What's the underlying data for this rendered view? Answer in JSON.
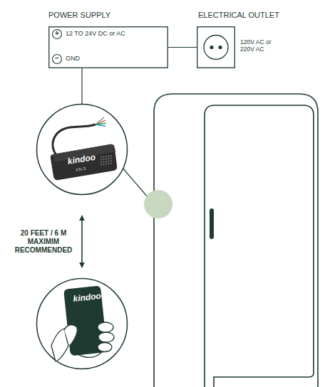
{
  "diagram": {
    "nodes": [
      {
        "text": [
          "POWER SUPPLY",
          "12 TO 24V DC or AC",
          "GND"
        ]
      },
      {
        "text": [
          "ELECTRICAL OUTLET",
          "120V AC or 220V AC"
        ]
      },
      {
        "text": [
          "kindoo",
          "KN-3"
        ]
      },
      {
        "text": [
          "kindoo"
        ]
      }
    ],
    "edges": [
      {
        "from": 0,
        "to": 1,
        "arrow": "none"
      },
      {
        "from": 0,
        "to": 2,
        "arrow": "none"
      },
      {
        "from": 2,
        "to": 3,
        "arrow": "both",
        "label": "20 FEET / 6 M MAXIMIM RECOMMENDED"
      }
    ],
    "labels": [
      "+",
      "−"
    ]
  }
}
